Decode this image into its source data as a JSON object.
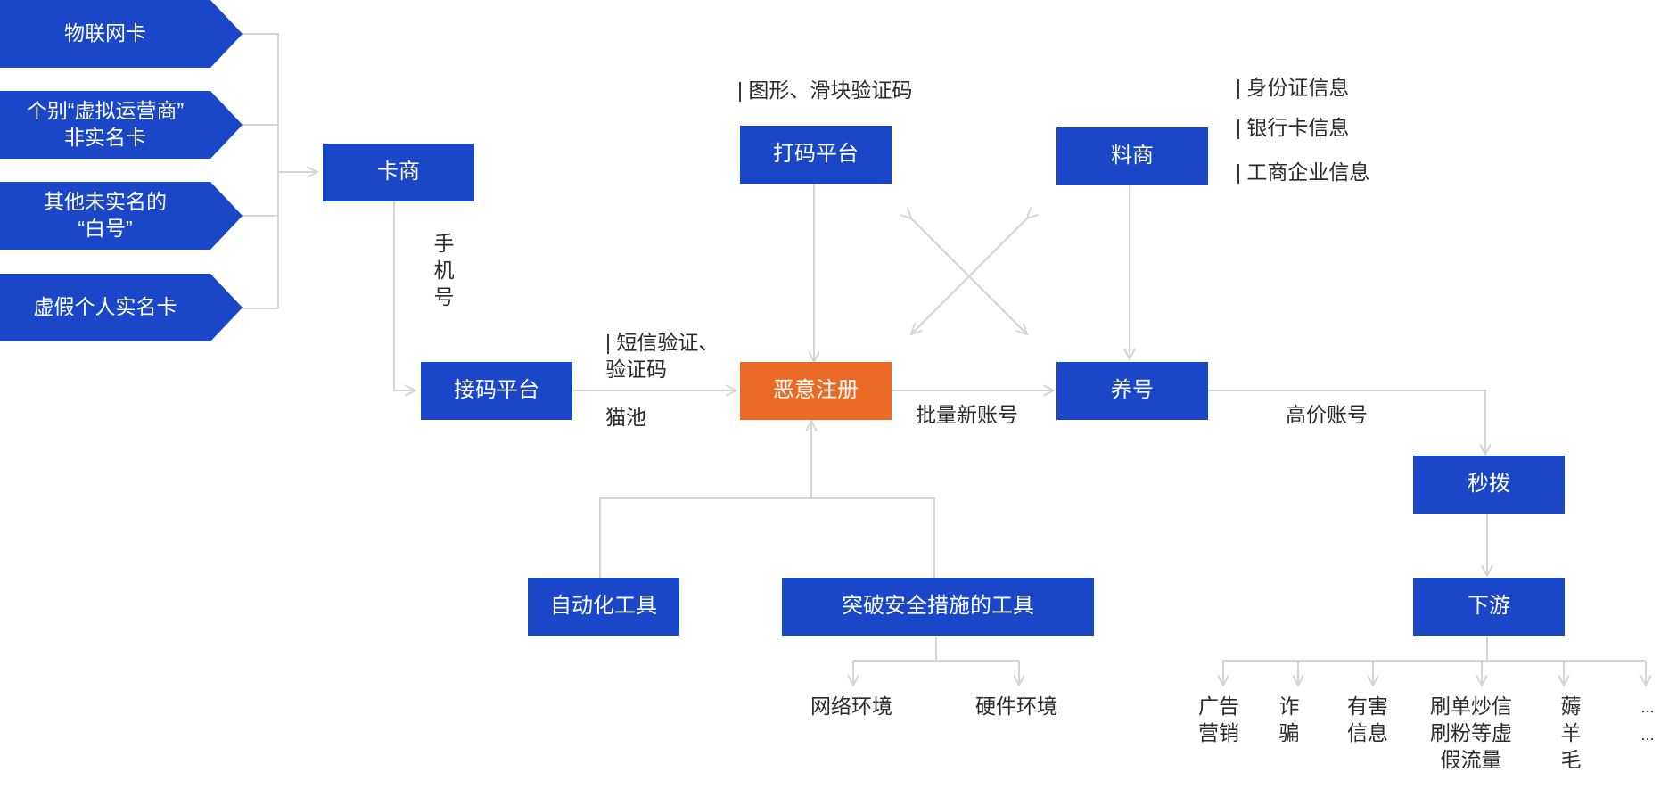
{
  "sources": [
    {
      "label": "物联网卡"
    },
    {
      "label": "个别“虚拟运营商”\n非实名卡"
    },
    {
      "label": "其他未实名的\n“白号”"
    },
    {
      "label": "虚假个人实名卡"
    }
  ],
  "nodes": {
    "kashang": "卡商",
    "jiema": "接码平台",
    "dama": "打码平台",
    "eyi": "恶意注册",
    "liaoshang": "料商",
    "yanghao": "养号",
    "miaobo": "秒拨",
    "xiayou": "下游",
    "zidong": "自动化工具",
    "tupo": "突破安全措施的工具"
  },
  "labels": {
    "shoujihao": "手机号",
    "duanxin": "| 短信验证、\n验证码",
    "maochi": "猫池",
    "tuxing": "| 图形、滑块验证码",
    "piliang": "批量新账号",
    "gaojia": "高价账号",
    "shenfen": "| 身份证信息",
    "yinhang": "| 银行卡信息",
    "gongshang": "| 工商企业信息",
    "wangluo": "网络环境",
    "yingjian": "硬件环境"
  },
  "downstream": [
    {
      "label": "广告\n营销"
    },
    {
      "label": "诈\n骗"
    },
    {
      "label": "有害\n信息"
    },
    {
      "label": "刷单炒信\n刷粉等虚\n假流量"
    },
    {
      "label": "薅\n羊\n毛"
    },
    {
      "label": "...\n..."
    }
  ],
  "colors": {
    "primary_box": "#1a47c8",
    "highlight_box": "#ea6a25",
    "connector": "#d4d4d4"
  }
}
